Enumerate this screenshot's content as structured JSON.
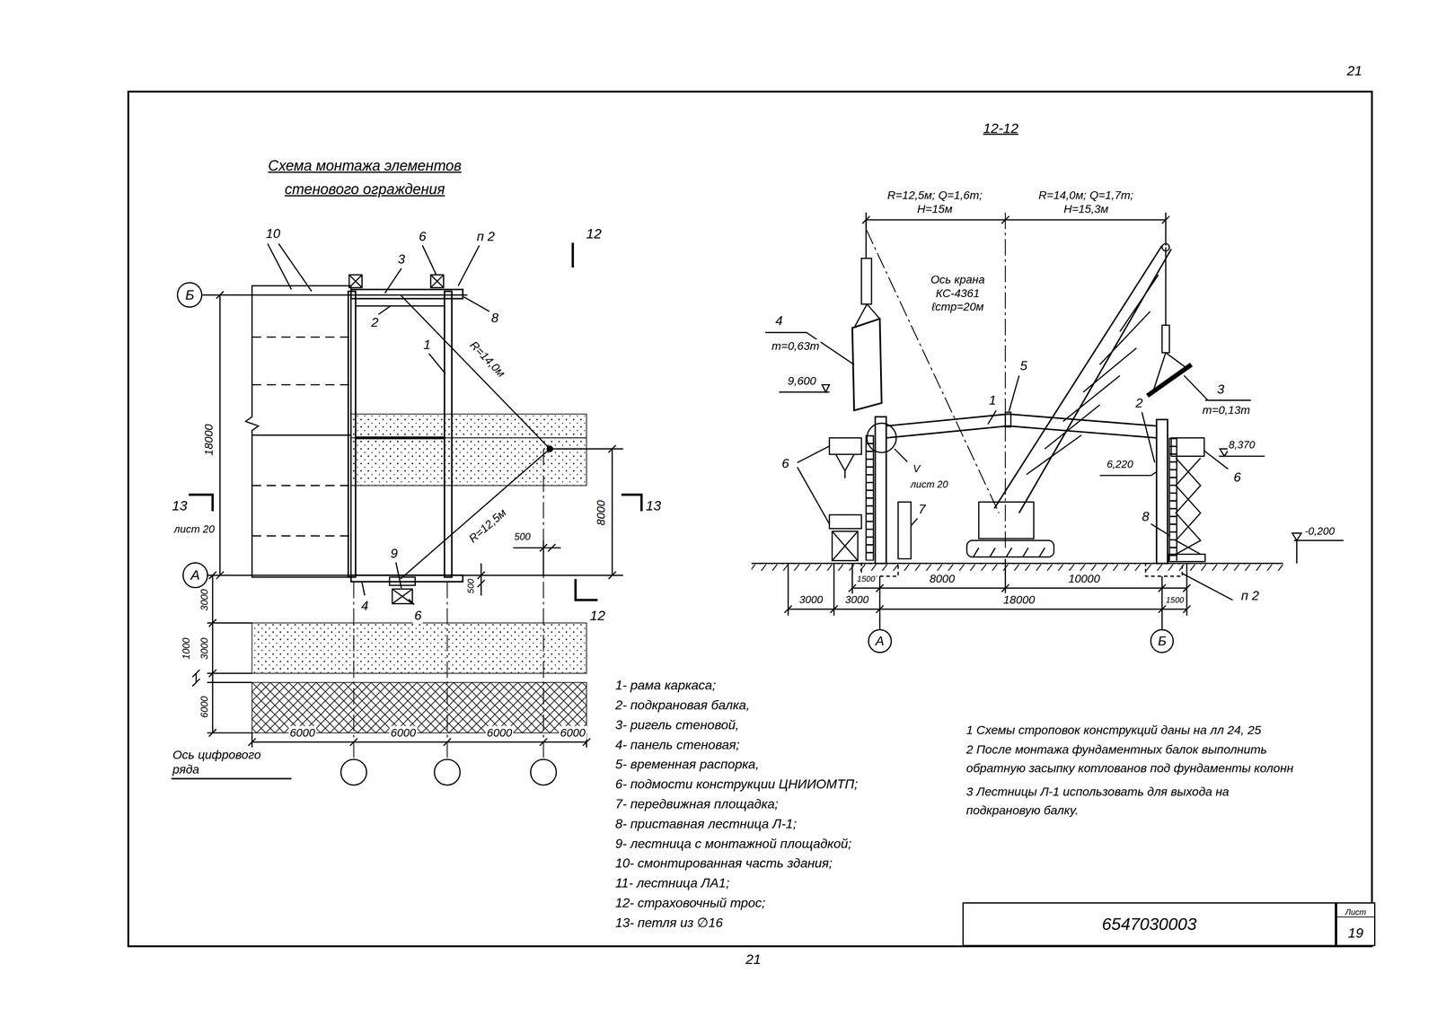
{
  "diagram": {
    "title": "Схема монтажа элементов стенового ограждения",
    "nodes": [
      {
        "text": [
          "Б"
        ]
      },
      {
        "text": [
          "А"
        ]
      },
      {
        "text": [
          "А"
        ]
      },
      {
        "text": [
          "Б"
        ]
      },
      {
        "text": [
          "6547030003"
        ]
      },
      {
        "text": [
          "Лист",
          "19"
        ]
      }
    ],
    "labels": [
      "21",
      "12-12",
      "10",
      "3",
      "6",
      "п 2",
      "2",
      "8",
      "1",
      "R=14,0м",
      "R=12,5м",
      "9",
      "4",
      "6",
      "12",
      "12",
      "13",
      "лист 20",
      "13",
      "18000",
      "8000",
      "500",
      "500",
      "3000",
      "1000",
      "3000",
      "6000",
      "6000",
      "6000",
      "6000",
      "6000",
      "Ось цифрового ряда",
      "R=12,5м; Q=1,6т; H=15м",
      "R=14,0м; Q=1,7т; H=15,3м",
      "Ось крана КС-4361 ℓстр=20м",
      "4",
      "m=0,63т",
      "9,600",
      "6",
      "1",
      "5",
      "2",
      "6,220",
      "8",
      "8,370",
      "6",
      "3",
      "m=0,13т",
      "V",
      "лист 20",
      "7",
      "-0,200",
      "1500",
      "8000",
      "10000",
      "3000",
      "3000",
      "18000",
      "1500",
      "п 2",
      "1- рама каркаса;",
      "2- подкрановая балка,",
      "3- ригель стеновой,",
      "4- панель стеновая;",
      "5- временная распорка,",
      "6- подмости конструкции ЦНИИОМТП;",
      "7- передвижная площадка;",
      "8- приставная лестница Л-1;",
      "9- лестница с монтажной площадкой;",
      "10- смонтированная часть здания;",
      "11- лестница ЛА1;",
      "12- страховочный трос;",
      "13- петля из ∅16",
      "1 Схемы строповок конструкций даны на лл 24, 25",
      "2 После монтажа фундаментных балок выполнить обратную засыпку котлованов под фундаменты колонн",
      "3 Лестницы Л-1 использовать для выхода на подкрановую балку.",
      "21"
    ]
  }
}
